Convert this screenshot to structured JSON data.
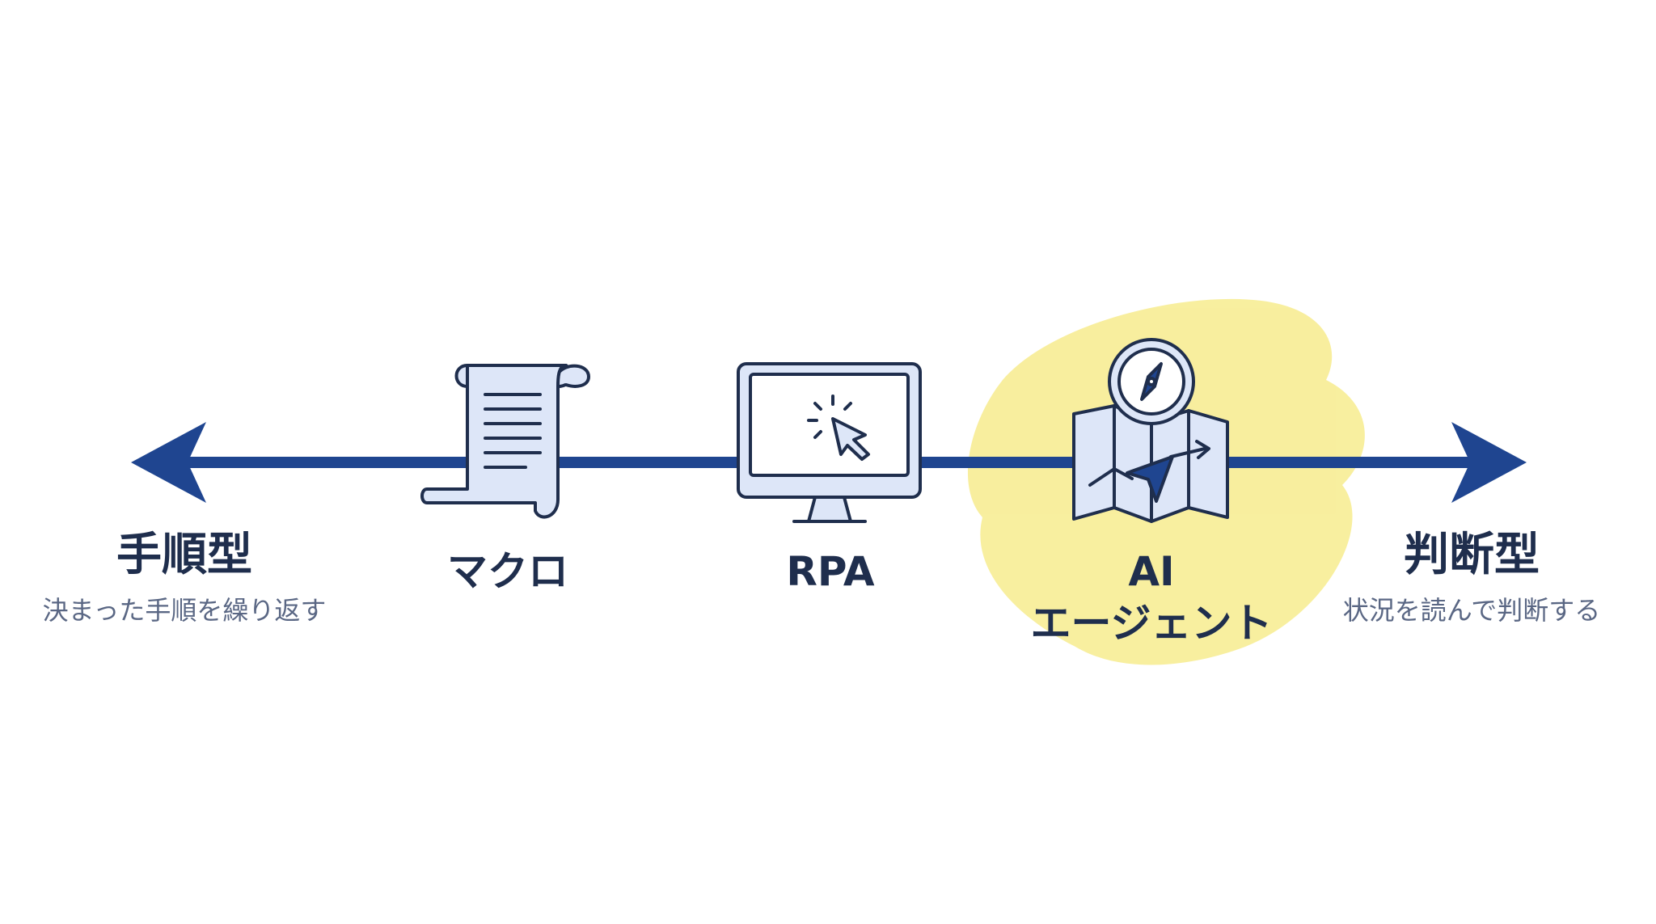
{
  "colors": {
    "axis": "#1f4590",
    "icon_stroke": "#1f2e4d",
    "icon_fill": "#dde6f8",
    "highlight": "#f7ec8e",
    "title_text": "#1f2e4d",
    "sub_text": "#5a6784"
  },
  "left_pole": {
    "title": "手順型",
    "subtitle": "決まった手順を繰り返す"
  },
  "right_pole": {
    "title": "判断型",
    "subtitle": "状況を読んで判断する"
  },
  "nodes": [
    {
      "id": "macro",
      "label": "マクロ",
      "icon": "scroll-document-icon"
    },
    {
      "id": "rpa",
      "label": "RPA",
      "icon": "monitor-cursor-icon"
    },
    {
      "id": "ai",
      "label_line1": "AI",
      "label_line2": "エージェント",
      "icon": "map-compass-icon",
      "highlighted": true
    }
  ]
}
